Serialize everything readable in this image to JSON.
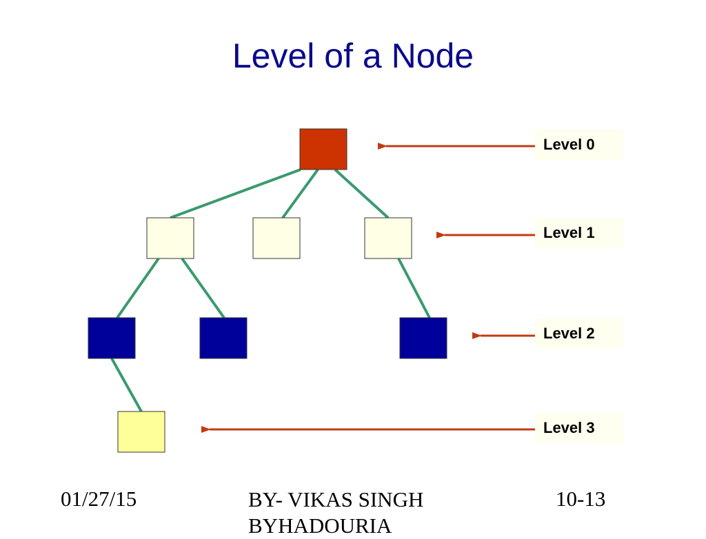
{
  "slide": {
    "title": "Level of a Node",
    "levels": [
      "Level 0",
      "Level 1",
      "Level 2",
      "Level 3"
    ]
  },
  "footer": {
    "date": "01/27/15",
    "author": "BY- VIKAS SINGH BYHADOURIA",
    "slide_number": "10-13"
  },
  "colors": {
    "edge": "#3a9a6e",
    "arrow": "#c23b10",
    "level0_node": "#cc3300",
    "level1_node": "#ffffe6",
    "level2_node": "#00009a",
    "level3_node": "#ffff99",
    "title": "#0a0a8c"
  }
}
